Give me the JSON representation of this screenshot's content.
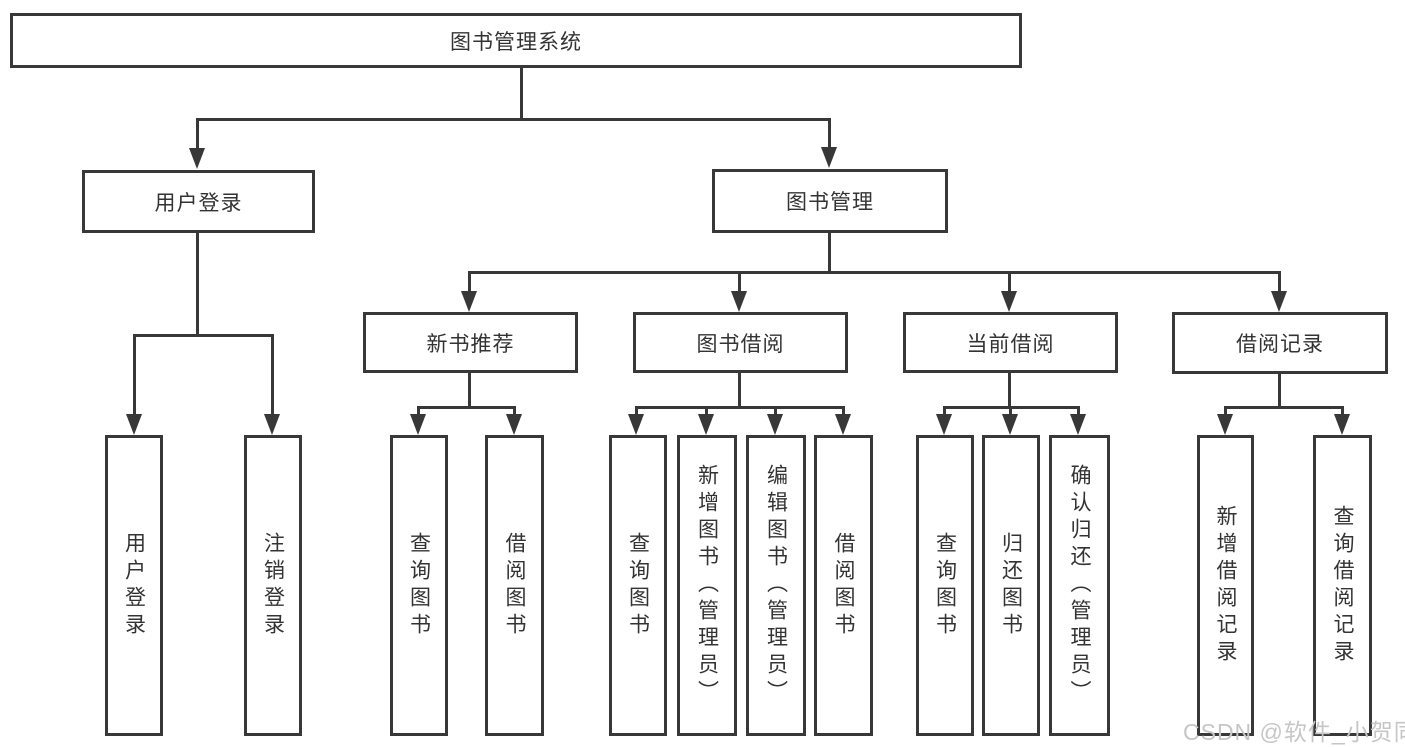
{
  "tree": {
    "root": "图书管理系统",
    "branches": [
      {
        "label": "用户登录",
        "children": [
          "用户登录",
          "注销登录"
        ]
      },
      {
        "label": "图书管理",
        "groups": [
          {
            "label": "新书推荐",
            "children": [
              "查询图书",
              "借阅图书"
            ]
          },
          {
            "label": "图书借阅",
            "children": [
              "查询图书",
              "新增图书（管理员）",
              "编辑图书（管理员）",
              "借阅图书"
            ]
          },
          {
            "label": "当前借阅",
            "children": [
              "查询图书",
              "归还图书",
              "确认归还（管理员）"
            ]
          },
          {
            "label": "借阅记录",
            "children": [
              "新增借阅记录",
              "查询借阅记录"
            ]
          }
        ]
      }
    ]
  },
  "watermark": "CSDN @软件_小贺同学",
  "colors": {
    "line": "#383838",
    "text": "#333333",
    "watermark": "#c6c6c6",
    "background": "#ffffff"
  }
}
